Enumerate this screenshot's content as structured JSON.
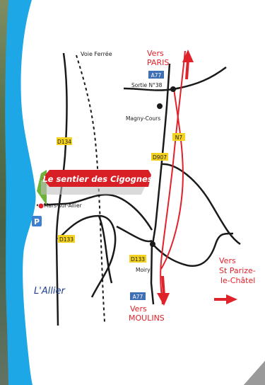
{
  "colors": {
    "river": "#1ea7e6",
    "road_red": "#e0222a",
    "road_black": "#1a1a1a",
    "badge_yellow": "#f4d21f",
    "badge_blue": "#3f6fb5",
    "parking_blue": "#3f7fd0",
    "panel_white": "#ffffff",
    "banner_red": "#d91f26"
  },
  "labels": {
    "voie_ferree": "Voie Ferrée",
    "vers_paris_1": "Vers",
    "vers_paris_2": "PARIS",
    "a77_top": "A77",
    "sortie": "Sortie N°38",
    "magny": "Magny-Cours",
    "n7": "N7",
    "d907": "D907",
    "d134": "D134",
    "banner": "Le sentier des Cigognes",
    "mars": "Mars-sur-Allier",
    "parking": "P",
    "d133_left": "D133",
    "d133_right": "D133",
    "moiry": "Moiry",
    "vers_st_1": "Vers",
    "vers_st_2": "St Parize-",
    "vers_st_3": "le-Châtel",
    "a77_bottom": "A77",
    "vers_moulins_1": "Vers",
    "vers_moulins_2": "MOULINS",
    "allier": "L'Allier"
  },
  "icons": {
    "up_arrow": "arrow-up-icon",
    "down_arrow": "arrow-down-icon",
    "right_arrow": "arrow-right-icon",
    "parking": "parking-icon",
    "start_pin": "location-pin-icon"
  }
}
